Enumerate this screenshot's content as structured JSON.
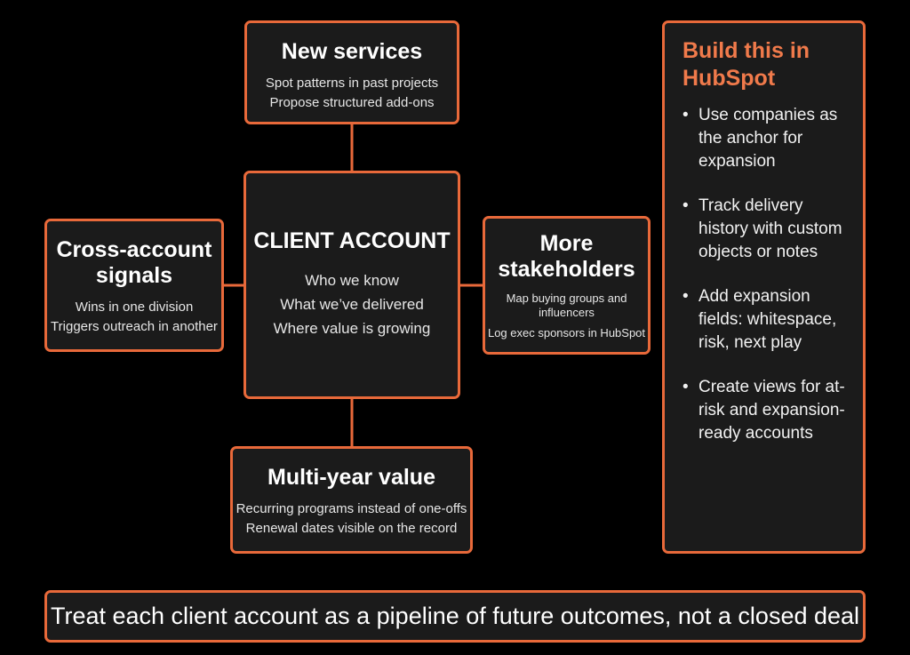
{
  "colors": {
    "background": "#000000",
    "box_fill": "#1b1b1b",
    "accent": "#e8693a",
    "panel_title": "#f07a4b",
    "text": "#ffffff"
  },
  "nodes": {
    "new_services": {
      "title": "New services",
      "lines": [
        "Spot patterns in past projects",
        "Propose structured add-ons"
      ]
    },
    "client_account": {
      "title": "CLIENT ACCOUNT",
      "lines": [
        "Who we know",
        "What we’ve delivered",
        "Where value is growing"
      ]
    },
    "cross_account": {
      "title_line1": "Cross-account",
      "title_line2": "signals",
      "lines": [
        "Wins in one division",
        "Triggers outreach in another"
      ]
    },
    "more_stakeholders": {
      "title_line1": "More",
      "title_line2": "stakeholders",
      "lines": [
        "Map buying groups and influencers",
        "Log exec sponsors in HubSpot"
      ]
    },
    "multi_year": {
      "title": "Multi-year value",
      "lines": [
        "Recurring programs instead of one-offs",
        "Renewal dates visible on the record"
      ]
    }
  },
  "hubspot_panel": {
    "title_line1": "Build this in",
    "title_line2": "HubSpot",
    "bullet_glyph": "•",
    "items": [
      "Use companies as the anchor for expansion",
      "Track delivery history with custom objects or notes",
      "Add expansion fields: whitespace, risk, next play",
      "Create views for at-risk and expansion-ready accounts"
    ]
  },
  "banner": {
    "text": "Treat each client account as a pipeline of future outcomes, not a closed deal"
  }
}
